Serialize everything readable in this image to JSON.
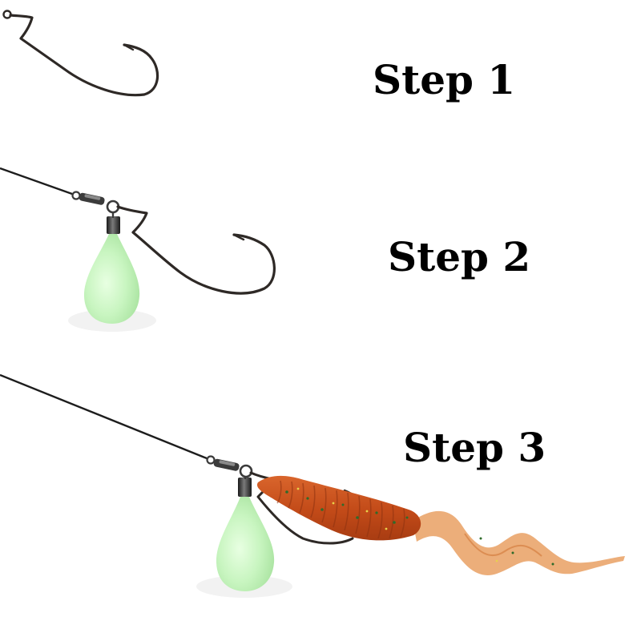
{
  "steps": [
    {
      "label": "Step 1"
    },
    {
      "label": "Step 2"
    },
    {
      "label": "Step 3"
    }
  ],
  "colors": {
    "hook": "#2e2926",
    "line": "#1d1d1d",
    "sinker": "#c8f5c0",
    "swivel": "#3a3a3a",
    "worm_body": "#c9531f",
    "worm_tail": "#e9a66e"
  },
  "icons": [
    "fishing-hook",
    "glow-drop-sinker",
    "rolling-swivel",
    "soft-plastic-grub-worm"
  ]
}
